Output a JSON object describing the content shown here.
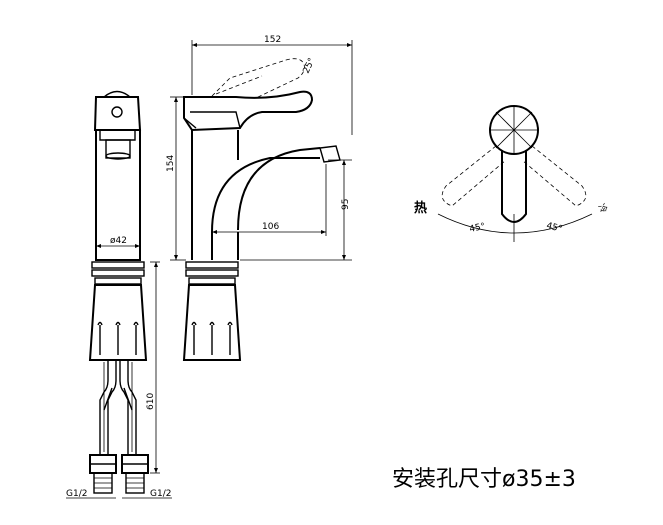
{
  "dimensions": {
    "width_top": "152",
    "handle_angle": "25°",
    "height_total": "154",
    "spout_height": "95",
    "spout_reach": "106",
    "body_diameter": "ø42",
    "hose_length": "610",
    "thread_left": "G1/2",
    "thread_right": "G1/2"
  },
  "handle_view": {
    "hot_label": "热",
    "cold_label": "冷",
    "angle_left": "45°",
    "angle_right": "45°"
  },
  "install_note": "安装孔尺寸ø35±3"
}
